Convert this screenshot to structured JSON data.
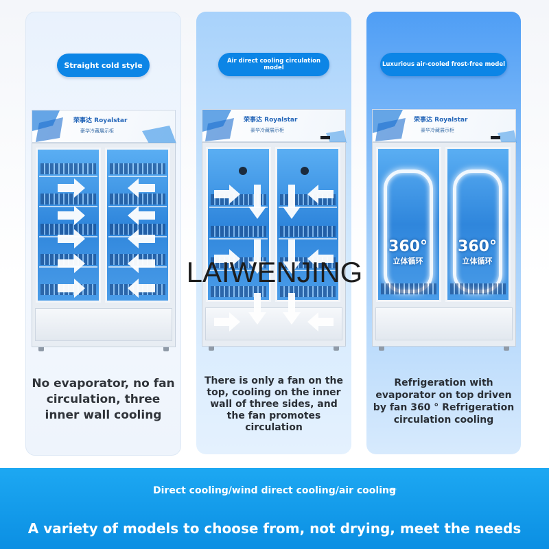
{
  "panels": [
    {
      "pill": "Straight cold style",
      "brand": "荣事达 Royalstar",
      "sub": "豪华冷藏展示柜",
      "desc": "No evaporator, no fan circulation, three inner wall cooling"
    },
    {
      "pill": "Air direct cooling circulation model",
      "brand": "荣事达 Royalstar",
      "sub": "豪华冷藏展示柜",
      "desc": "There is only a fan on the top, cooling on the inner wall of three sides, and the fan promotes circulation"
    },
    {
      "pill": "Luxurious air-cooled frost-free model",
      "brand": "荣事达 Royalstar",
      "sub": "豪华冷藏展示柜",
      "label360": "360°",
      "label360_sub": "立体循环",
      "desc": "Refrigeration with evaporator on top driven by fan 360 ° Refrigeration circulation cooling"
    }
  ],
  "watermark": "LAIWENJING",
  "band": {
    "subtitle": "Direct cooling/wind direct cooling/air cooling",
    "headline": "A variety of models to choose from, not drying, meet the needs"
  },
  "colors": {
    "pill": "#0c85e6",
    "band": "#1da8f2",
    "door_glass": "#2f86dc"
  }
}
